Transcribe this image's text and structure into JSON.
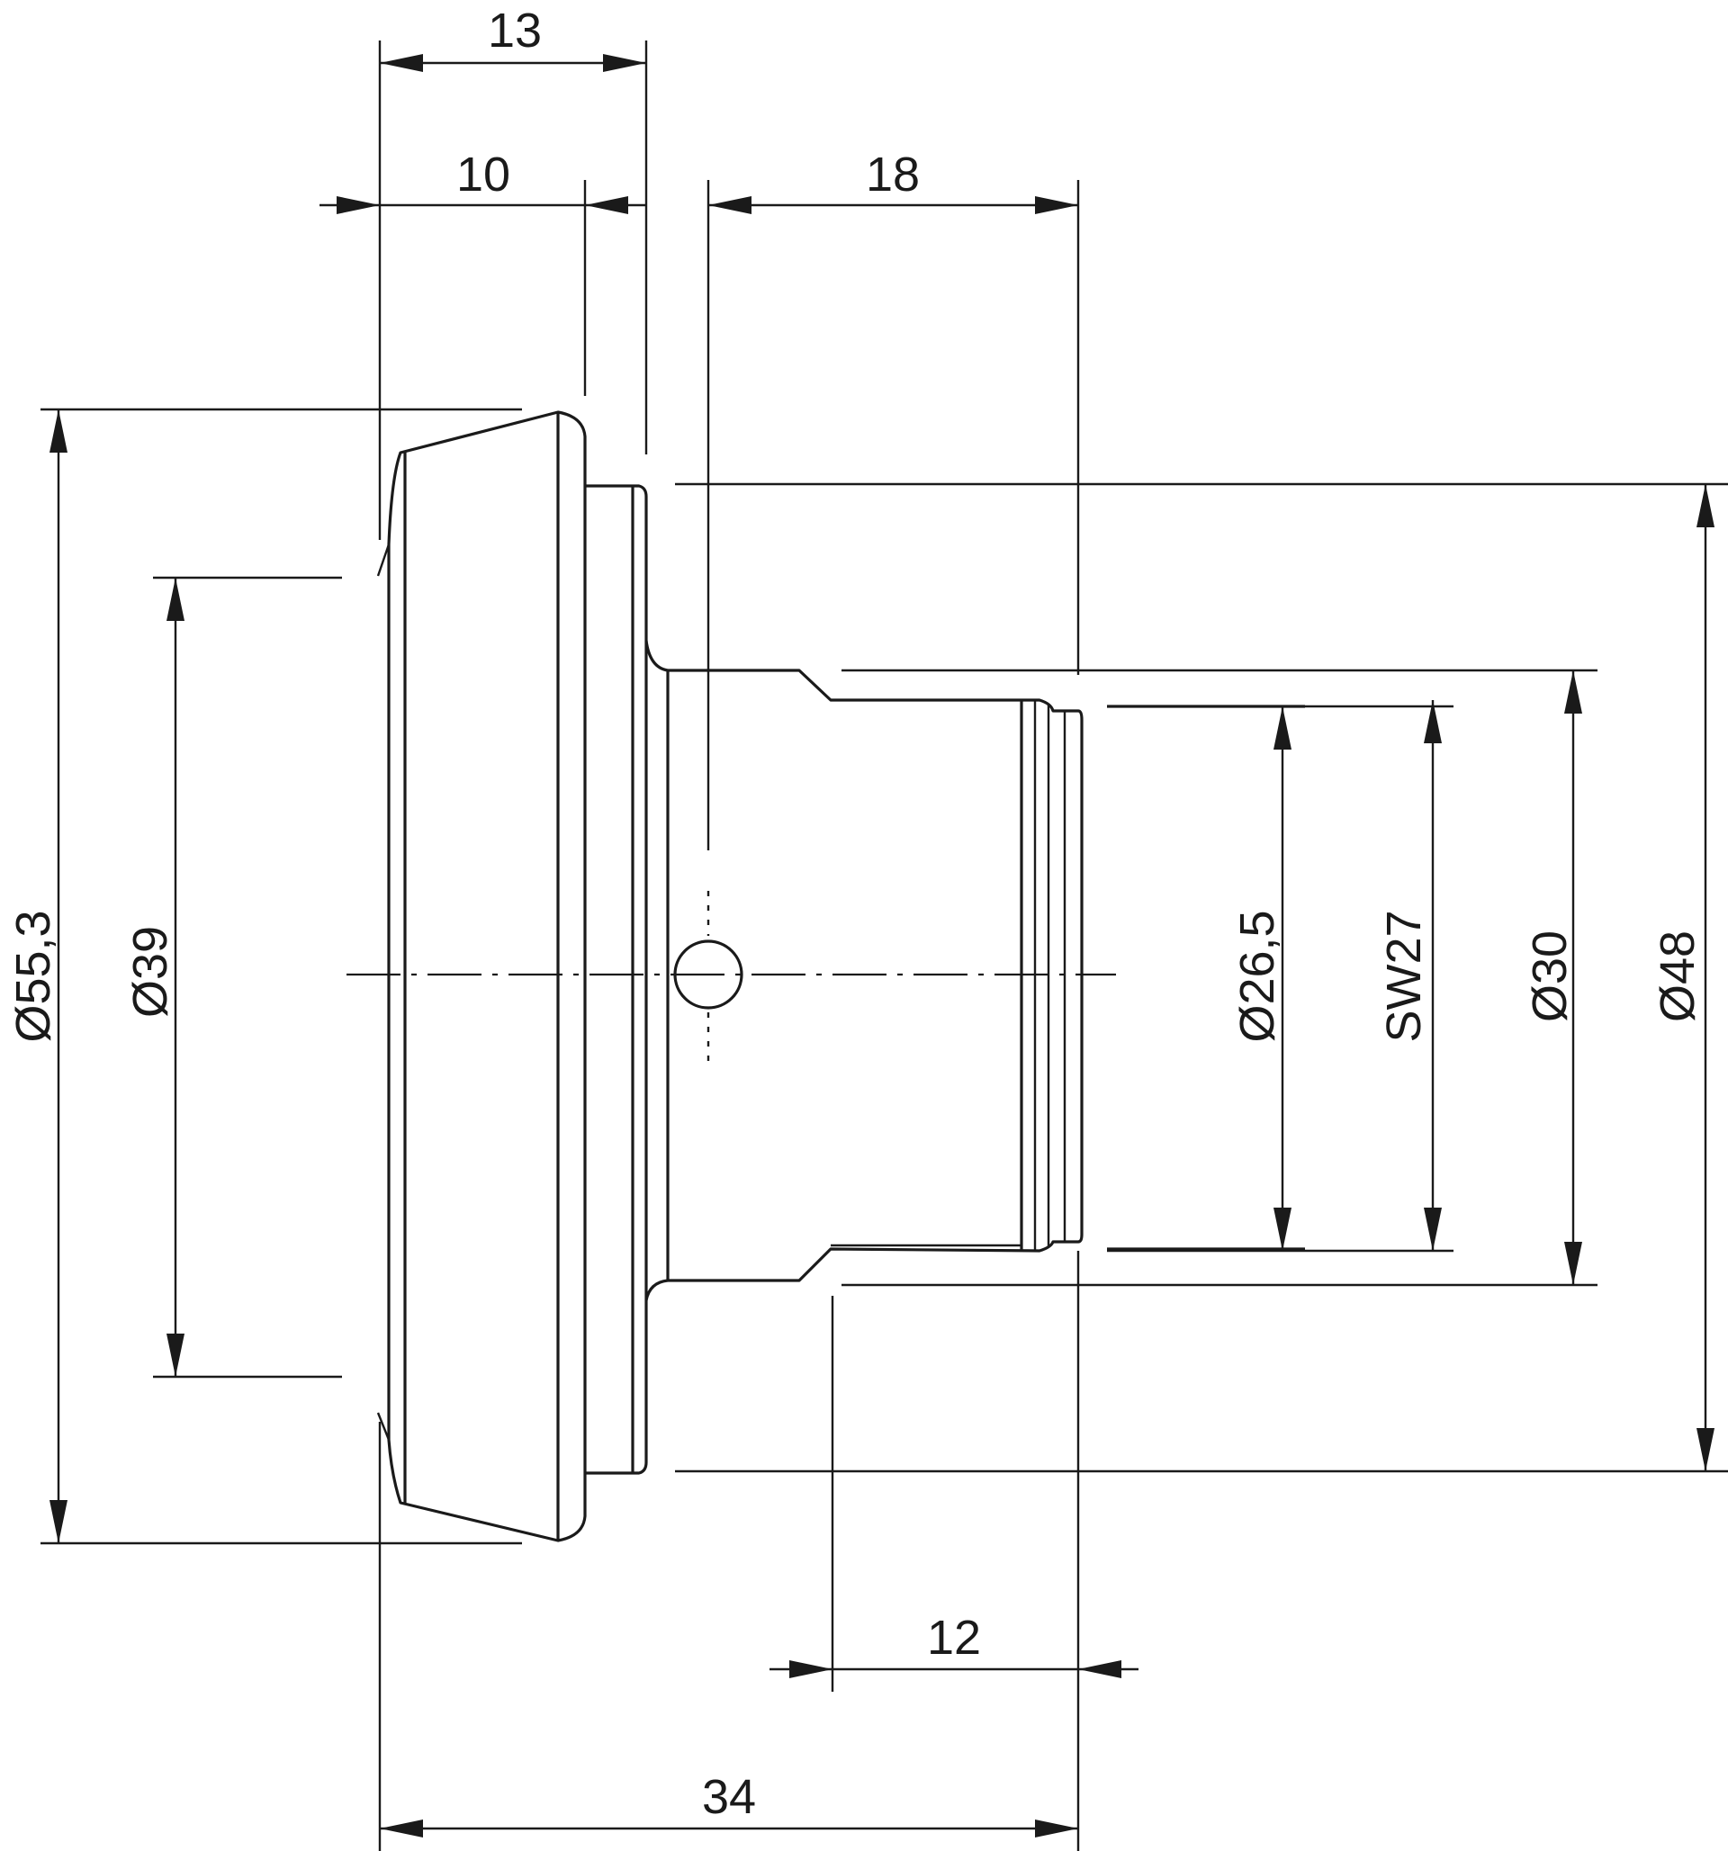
{
  "diagram": {
    "linear_dimensions": {
      "d13": "13",
      "d10": "10",
      "d18": "18",
      "d12": "12",
      "d34": "34"
    },
    "diameter_dimensions": {
      "dia553": "Ø55,3",
      "dia39": "Ø39",
      "dia265": "Ø26,5",
      "sw27": "SW27",
      "dia30": "Ø30",
      "dia48": "Ø48"
    }
  }
}
